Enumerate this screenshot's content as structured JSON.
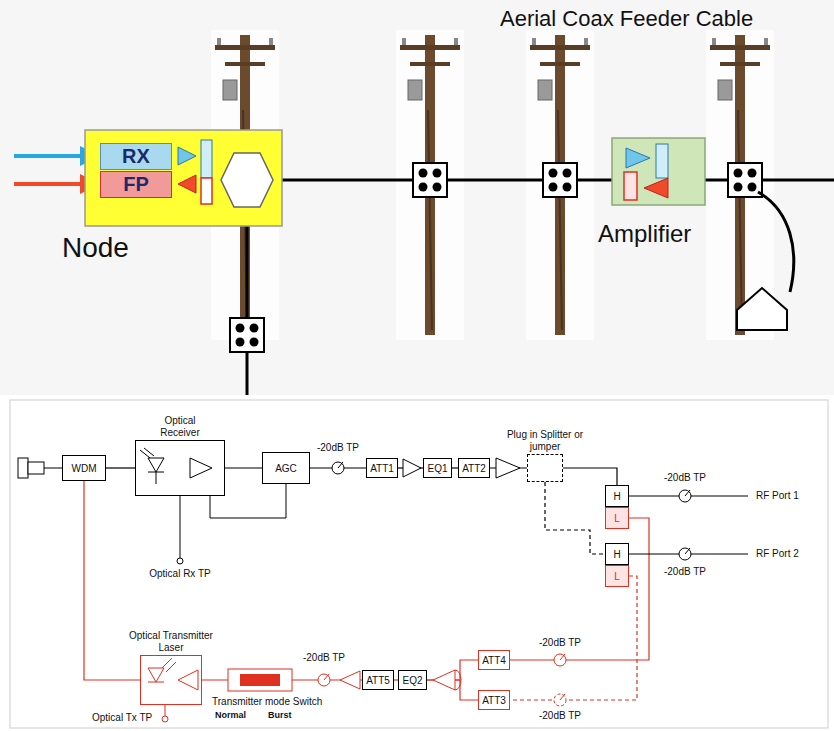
{
  "diagram": {
    "nodes": [
      {
        "text": [
          "RX"
        ]
      },
      {
        "text": [
          "FP"
        ]
      },
      {
        "text": [
          "WDM"
        ]
      },
      {
        "text": [
          "Optical Receiver"
        ]
      },
      {
        "text": [
          "AGC"
        ]
      },
      {
        "text": [
          "ATT1"
        ]
      },
      {
        "text": [
          "EQ1"
        ]
      },
      {
        "text": [
          "ATT2"
        ]
      },
      {
        "text": [
          "Plug in Splitter or jumper"
        ]
      },
      {
        "text": [
          "H"
        ]
      },
      {
        "text": [
          "L"
        ]
      },
      {
        "text": [
          "H"
        ]
      },
      {
        "text": [
          "L"
        ]
      },
      {
        "text": [
          "ATT4"
        ]
      },
      {
        "text": [
          "ATT3"
        ]
      },
      {
        "text": [
          "EQ2"
        ]
      },
      {
        "text": [
          "ATT5"
        ]
      },
      {
        "text": [
          "Optical Transmitter Laser"
        ]
      }
    ],
    "edges": [
      {
        "from": 2,
        "to": 3,
        "arrow": "none"
      },
      {
        "from": 3,
        "to": 4,
        "arrow": "none"
      },
      {
        "from": 4,
        "to": 5,
        "arrow": "none"
      },
      {
        "from": 5,
        "to": 6,
        "arrow": "none"
      },
      {
        "from": 6,
        "to": 7,
        "arrow": "none"
      },
      {
        "from": 7,
        "to": 8,
        "arrow": "none"
      },
      {
        "from": 8,
        "to": 9,
        "arrow": "none"
      },
      {
        "from": 8,
        "to": 11,
        "arrow": "none"
      },
      {
        "from": 10,
        "to": 13,
        "arrow": "none"
      },
      {
        "from": 12,
        "to": 14,
        "arrow": "none"
      },
      {
        "from": 13,
        "to": 15,
        "arrow": "none"
      },
      {
        "from": 14,
        "to": 15,
        "arrow": "none"
      },
      {
        "from": 15,
        "to": 16,
        "arrow": "none"
      },
      {
        "from": 16,
        "to": 17,
        "arrow": "none"
      },
      {
        "from": 17,
        "to": 2,
        "arrow": "none"
      }
    ],
    "labels": [
      "Aerial Coax Feeder Cable",
      "Node",
      "Amplifier",
      "-20dB TP",
      "-20dB TP",
      "RF Port 1",
      "-20dB TP",
      "RF Port 2",
      "Optical Rx TP",
      "-20dB TP",
      "-20dB TP",
      "-20dB TP",
      "Transmitter mode Switch",
      "Normal",
      "Burst",
      "Optical Tx TP"
    ]
  }
}
